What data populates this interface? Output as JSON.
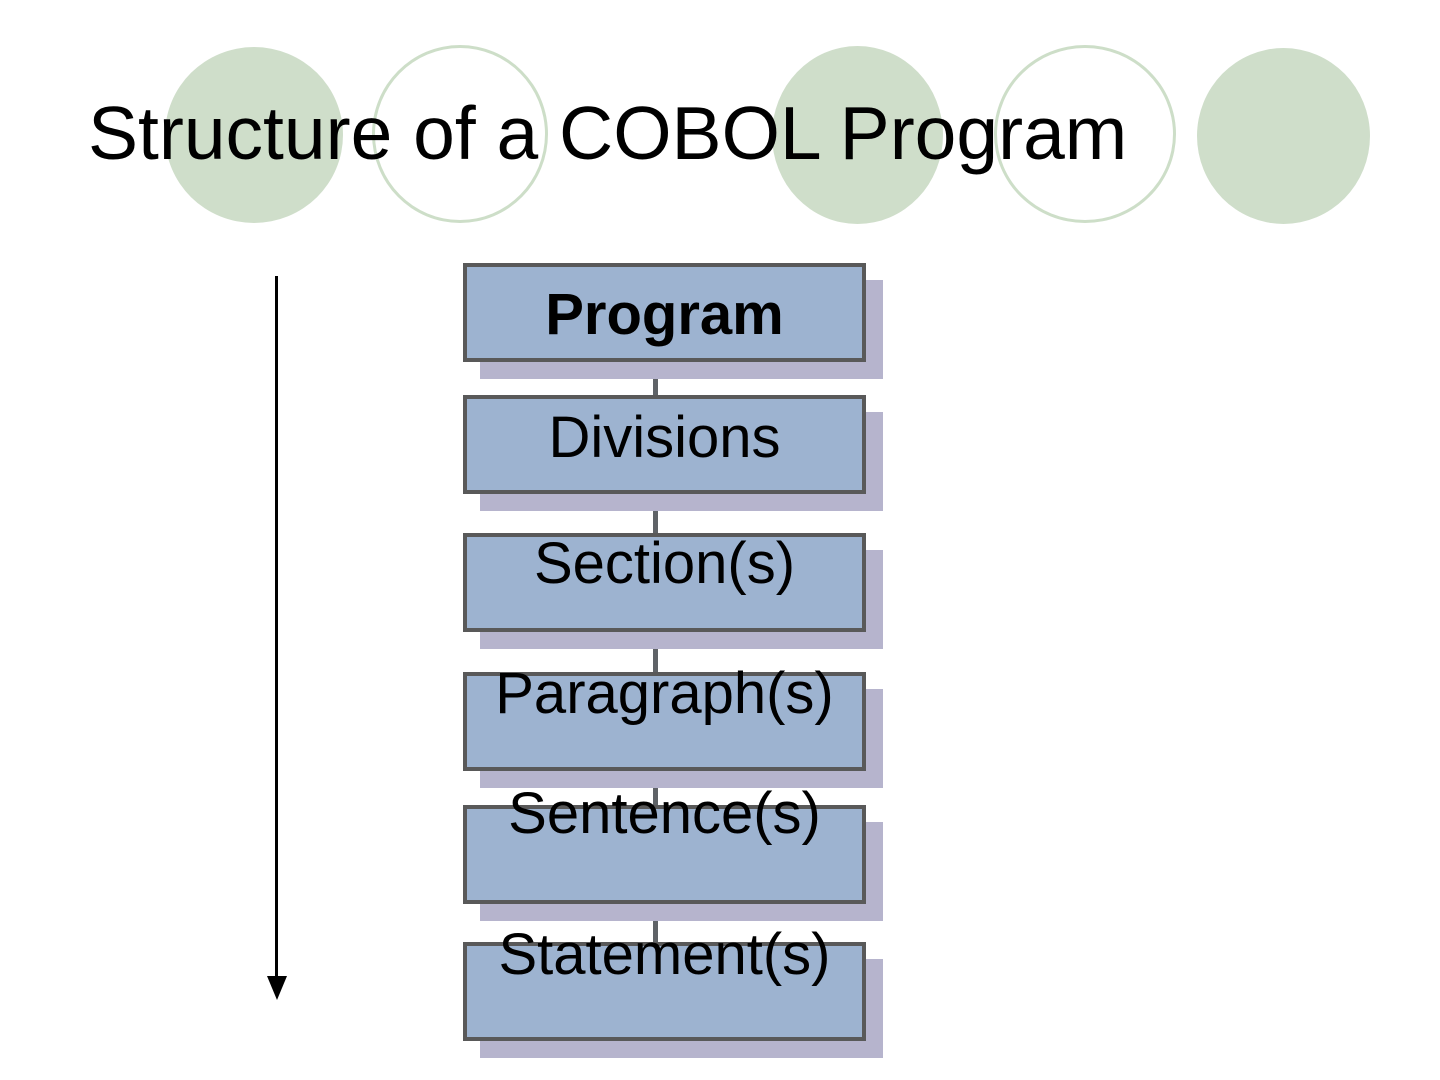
{
  "slide": {
    "title": "Structure of a COBOL Program",
    "diagram": {
      "description": "Top-down hierarchy of a COBOL program, each level connected vertically with a long downward arrow alongside",
      "levels": [
        {
          "label": "Program",
          "bold": true
        },
        {
          "label": "Divisions",
          "bold": false
        },
        {
          "label": "Section(s)",
          "bold": false
        },
        {
          "label": "Paragraph(s)",
          "bold": false
        },
        {
          "label": "Sentence(s)",
          "bold": false
        },
        {
          "label": "Statement(s)",
          "bold": false
        }
      ]
    },
    "colors": {
      "background": "#ffffff",
      "title_text": "#000000",
      "box_fill": "#9db3d0",
      "box_border": "#595959",
      "box_shadow": "#b6b4cd",
      "connector": "#5f6367",
      "circle_fill": "#cfdeca",
      "circle_outline": "#cddec8",
      "arrow": "#000000",
      "label_text": "#000000"
    }
  }
}
